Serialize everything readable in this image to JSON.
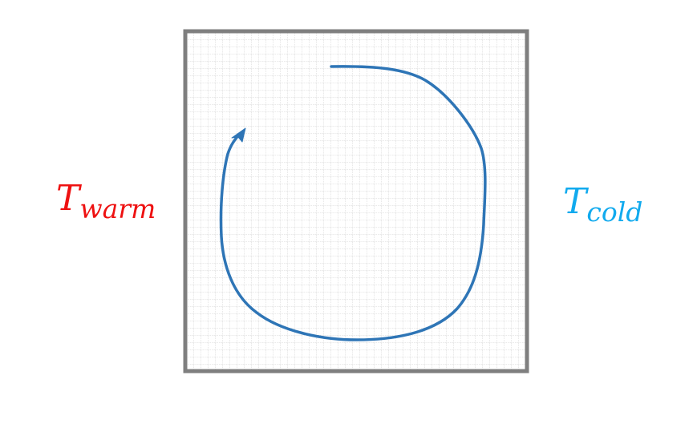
{
  "labels": {
    "warm": {
      "symbol": "T",
      "subscript": "warm",
      "color": "#ee1111"
    },
    "cold": {
      "symbol": "T",
      "subscript": "cold",
      "color": "#11aaee"
    }
  },
  "colors": {
    "box_border": "#7f7f7f",
    "grid_line": "#c8c8c8",
    "circulation_arrow": "#2e75b6"
  },
  "icons": {
    "circulation": "clockwise-circulation-arrow"
  }
}
